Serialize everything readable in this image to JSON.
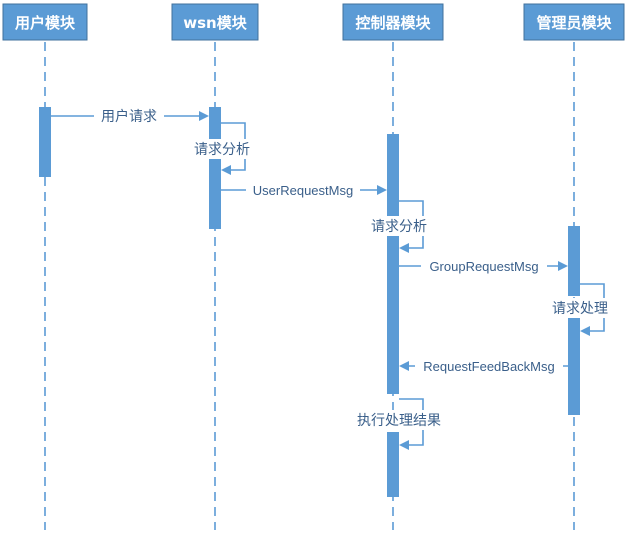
{
  "diagram": {
    "type": "sequence",
    "lifelines": [
      {
        "id": "user",
        "title": "用户模块"
      },
      {
        "id": "wsn",
        "title": "wsn模块"
      },
      {
        "id": "ctrl",
        "title": "控制器模块"
      },
      {
        "id": "admin",
        "title": "管理员模块"
      }
    ],
    "messages": [
      {
        "from": "user",
        "to": "wsn",
        "label": "用户请求"
      },
      {
        "from": "wsn",
        "to": "wsn",
        "label": "请求分析"
      },
      {
        "from": "wsn",
        "to": "ctrl",
        "label": "UserRequestMsg"
      },
      {
        "from": "ctrl",
        "to": "ctrl",
        "label": "请求分析"
      },
      {
        "from": "ctrl",
        "to": "admin",
        "label": "GroupRequestMsg"
      },
      {
        "from": "admin",
        "to": "admin",
        "label": "请求处理"
      },
      {
        "from": "admin",
        "to": "ctrl",
        "label": "RequestFeedBackMsg"
      },
      {
        "from": "ctrl",
        "to": "ctrl",
        "label": "执行处理结果"
      }
    ],
    "colors": {
      "accent": "#5b9bd5",
      "box_border": "#41719c",
      "title_text": "#ffffff",
      "label_text": "#3a5f8a"
    }
  }
}
